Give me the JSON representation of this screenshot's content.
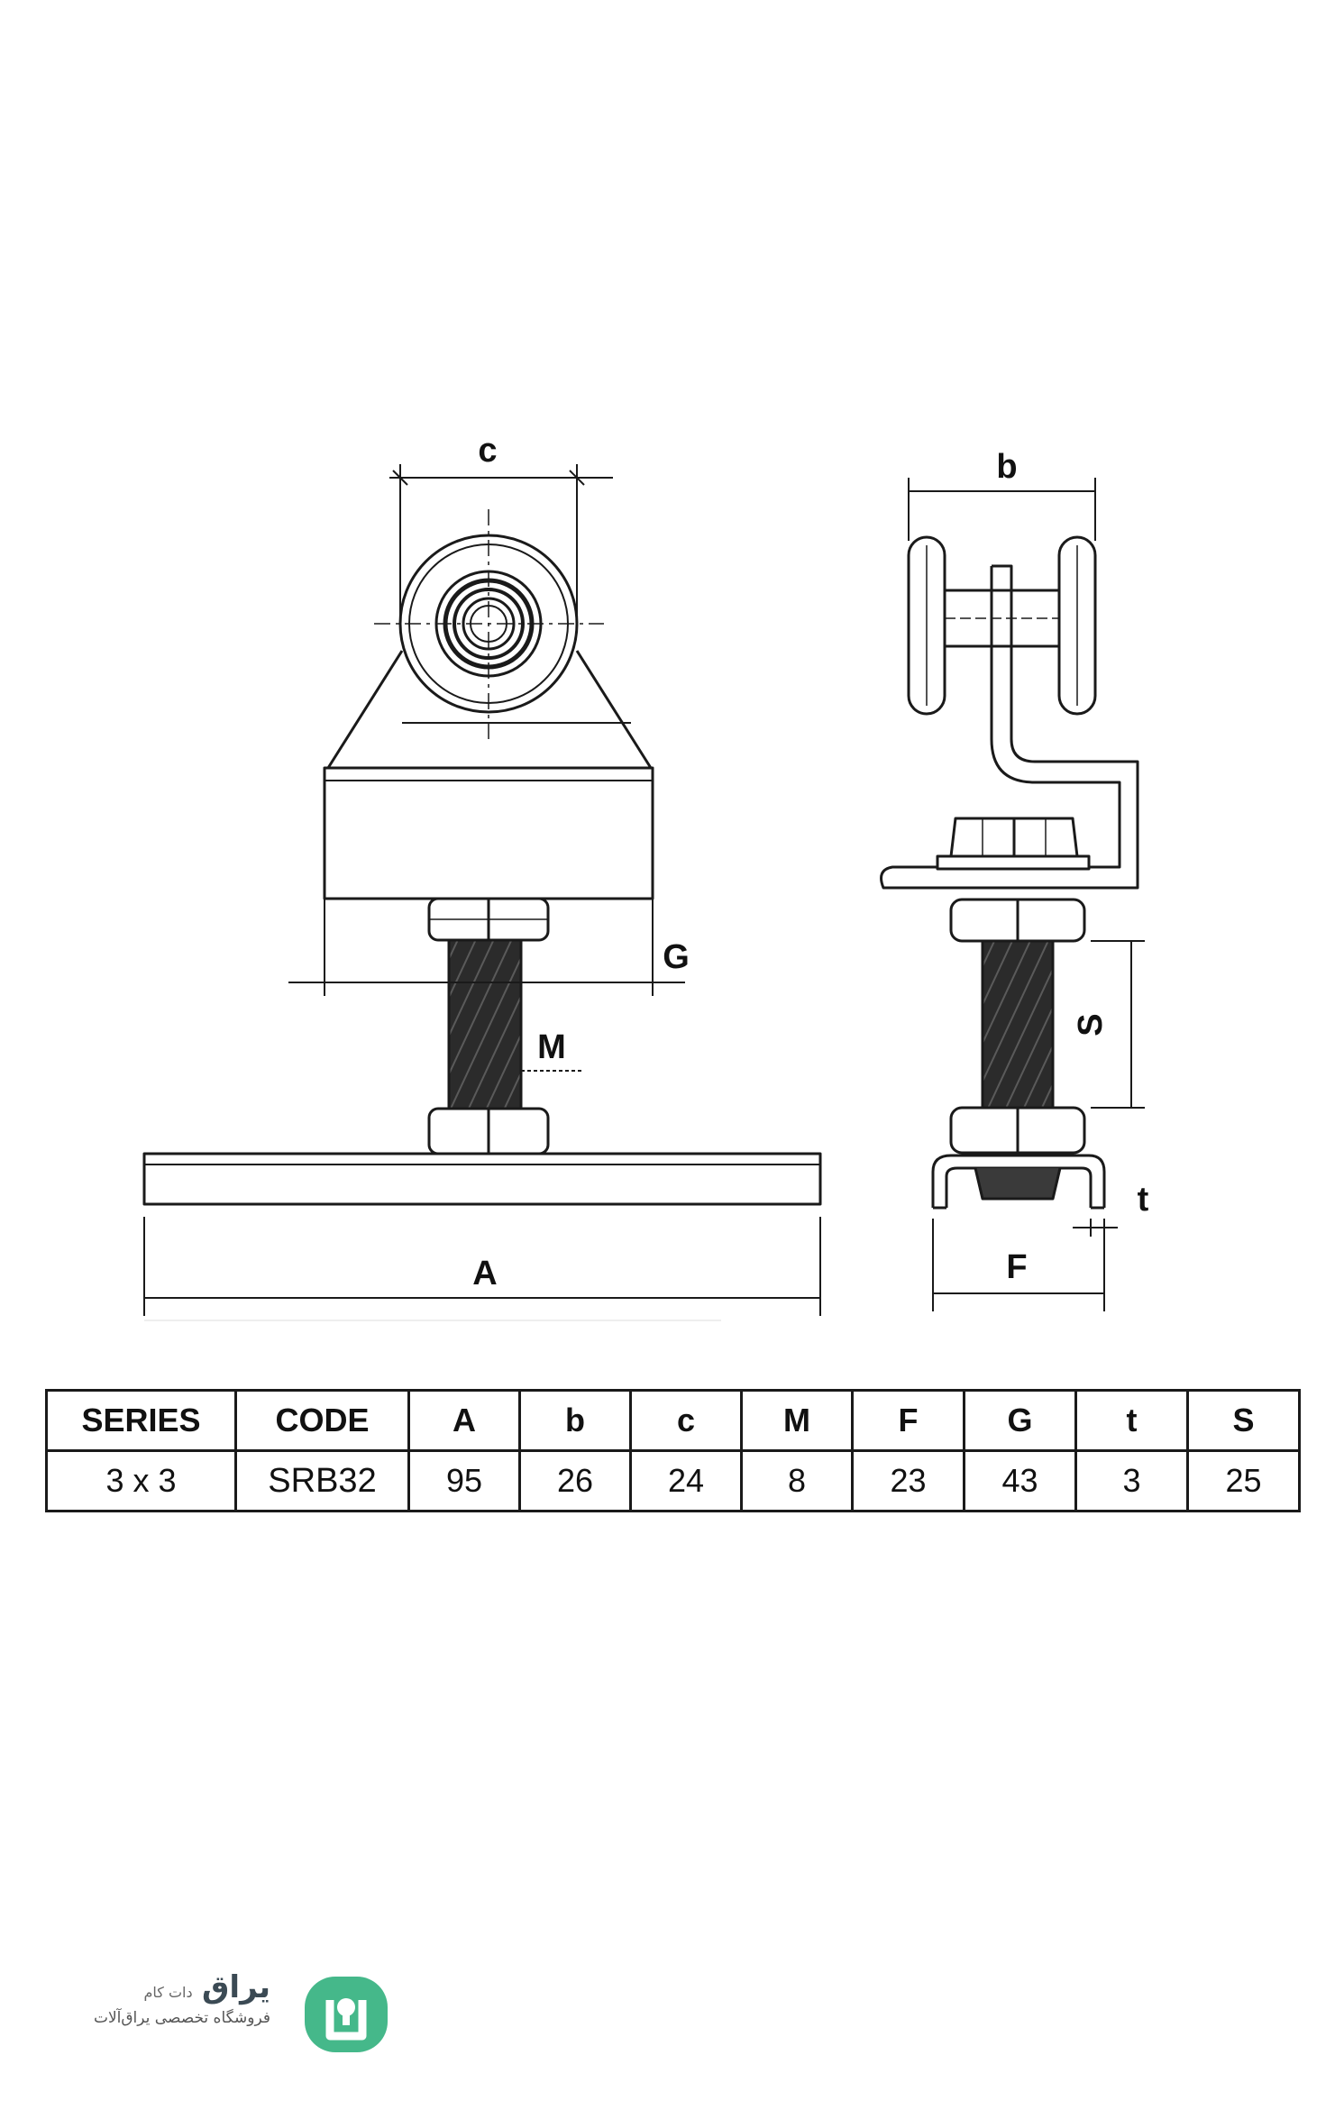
{
  "diagram": {
    "labels": {
      "c": "c",
      "b": "b",
      "g": "G",
      "m": "M",
      "s": "S",
      "t": "t",
      "a": "A",
      "f": "F"
    }
  },
  "table": {
    "headers": [
      "SERIES",
      "CODE",
      "A",
      "b",
      "c",
      "M",
      "F",
      "G",
      "t",
      "S"
    ],
    "values": [
      "3 x 3",
      "SRB32",
      "95",
      "26",
      "24",
      "8",
      "23",
      "43",
      "3",
      "25"
    ]
  },
  "logo": {
    "brand": "یراق",
    "domain": "دات کام",
    "tagline": "فروشگاه تخصصی یراق‌آلات",
    "color": "#45b88a"
  }
}
